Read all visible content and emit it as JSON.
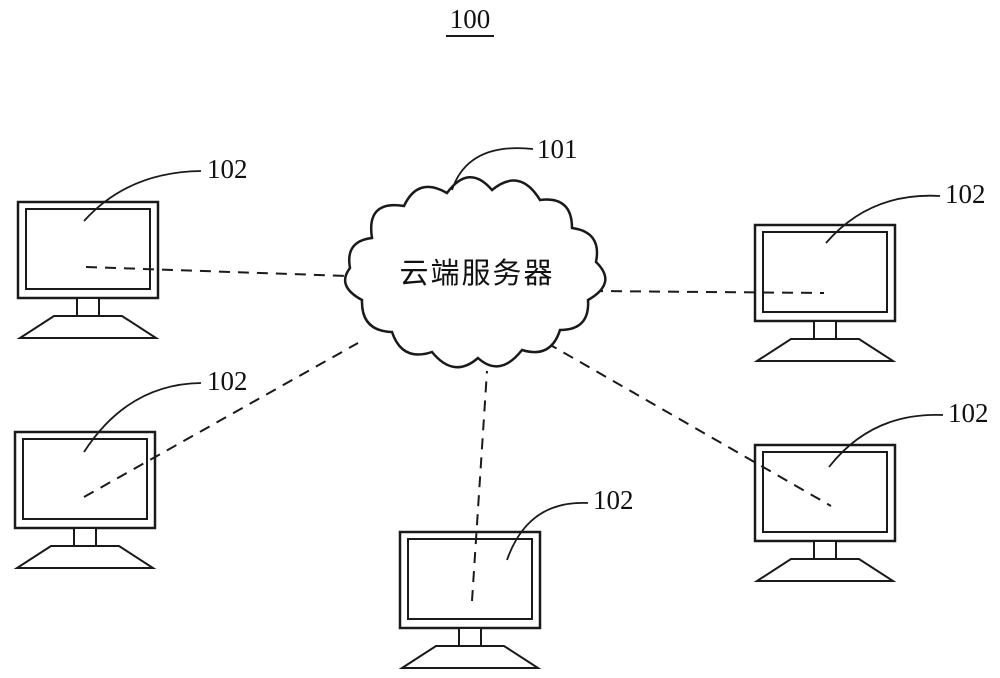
{
  "figure": {
    "number": "100",
    "cloud": {
      "label": "101",
      "name": "云端服务器"
    },
    "terminals": [
      {
        "label": "102"
      },
      {
        "label": "102"
      },
      {
        "label": "102"
      },
      {
        "label": "102"
      },
      {
        "label": "102"
      }
    ]
  },
  "colors": {
    "line": "#1a1a1a",
    "text": "#111111",
    "background": "#ffffff"
  }
}
